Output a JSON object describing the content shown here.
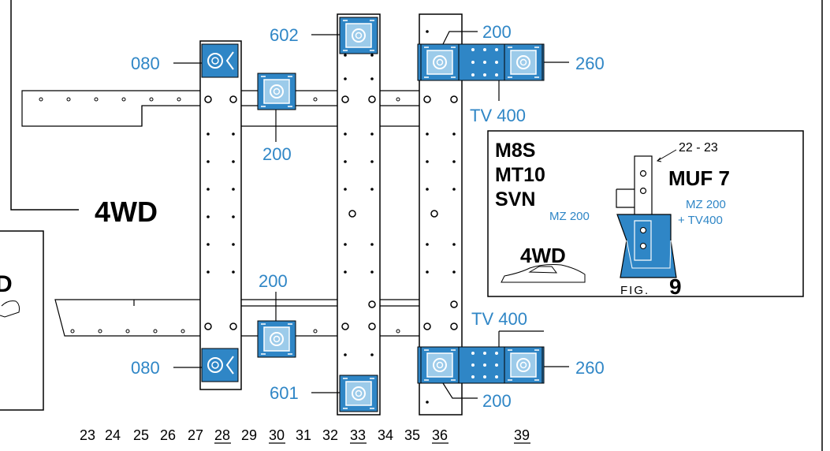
{
  "diagram": {
    "main_label": "4WD",
    "left_partial_label": "D",
    "part_labels": {
      "l080_top": "080",
      "l080_bottom": "080",
      "l200_top_center": "200",
      "l200_bottom_center": "200",
      "l602": "602",
      "l601": "601",
      "l200_top_right": "200",
      "l200_bottom_right": "200",
      "l260_top": "260",
      "l260_bottom": "260",
      "tv400_top": "TV 400",
      "tv400_bottom": "TV 400"
    },
    "legend": {
      "models": [
        "M8S",
        "MT10",
        "SVN"
      ],
      "mz200_left": "MZ 200",
      "drive": "4WD",
      "range": "22 - 23",
      "muf": "MUF 7",
      "mz200_right": "MZ 200",
      "tv400_plus": "+ TV400",
      "fig_prefix": "FIG.",
      "fig_number": "9"
    },
    "scale": [
      "23",
      "24",
      "25",
      "26",
      "27",
      "28",
      "29",
      "30",
      "31",
      "32",
      "33",
      "34",
      "35",
      "36",
      "39"
    ],
    "scale_underlined": [
      "28",
      "30",
      "33",
      "36",
      "39"
    ],
    "colors": {
      "accent": "#2f86c6",
      "ink": "#000000"
    }
  }
}
